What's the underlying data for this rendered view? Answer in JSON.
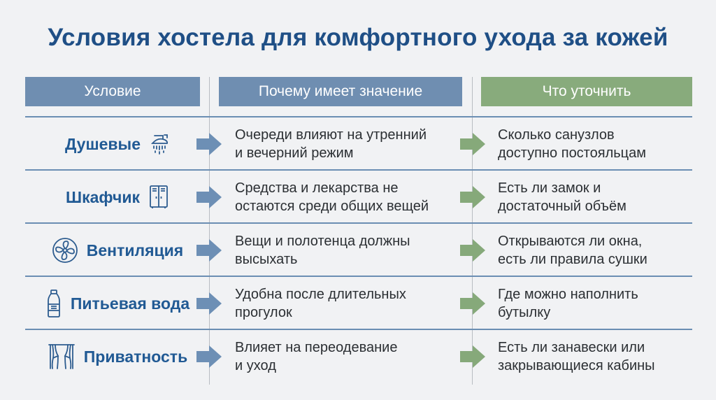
{
  "title": "Условия хостела для комфортного ухода за кожей",
  "headers": {
    "condition": "Условие",
    "why": "Почему имеет значение",
    "ask": "Что уточнить"
  },
  "colors": {
    "title": "#1f4f86",
    "header_blue": "#6f8eb1",
    "header_green": "#88ab7c",
    "arrow_blue": "#6d8fb5",
    "arrow_green": "#86a97a"
  },
  "rows": [
    {
      "condition": "Душевые",
      "icon": "shower-icon",
      "why": "Очереди влияют на утренний\nи вечерний режим",
      "ask": "Сколько санузлов\nдоступно постояльцам"
    },
    {
      "condition": "Шкафчик",
      "icon": "locker-icon",
      "why": "Средства и лекарства не\nостаются среди общих вещей",
      "ask": "Есть ли замок и\nдостаточный объём"
    },
    {
      "condition": "Вентиляция",
      "icon": "fan-icon",
      "why": "Вещи и полотенца должны\nвысыхать",
      "ask": "Открываются ли окна,\nесть ли правила сушки"
    },
    {
      "condition": "Питьевая вода",
      "icon": "water-bottle-icon",
      "why": "Удобна после длительных\nпрогулок",
      "ask": "Где можно наполнить\nбутылку"
    },
    {
      "condition": "Приватность",
      "icon": "curtains-icon",
      "why": "Влияет на переодевание\nи уход",
      "ask": "Есть ли занавески или\nзакрывающиеся кабины"
    }
  ]
}
